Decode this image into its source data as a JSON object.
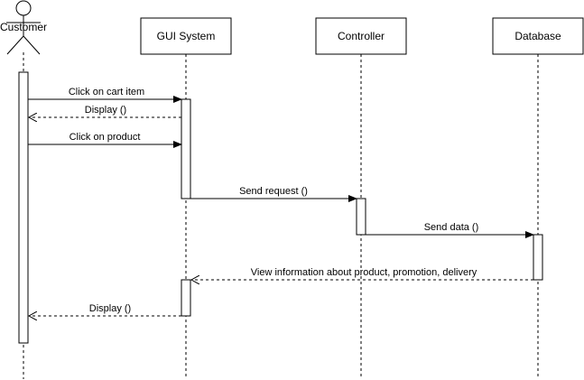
{
  "participants": [
    {
      "id": "customer",
      "label": "Customer",
      "kind": "actor"
    },
    {
      "id": "gui",
      "label": "GUI System",
      "kind": "box"
    },
    {
      "id": "controller",
      "label": "Controller",
      "kind": "box"
    },
    {
      "id": "database",
      "label": "Database",
      "kind": "box"
    }
  ],
  "messages": [
    {
      "label": "Click on cart item",
      "from": "customer",
      "to": "gui",
      "style": "solid"
    },
    {
      "label": "Display ()",
      "from": "gui",
      "to": "customer",
      "style": "dashed"
    },
    {
      "label": "Click on product",
      "from": "customer",
      "to": "gui",
      "style": "solid"
    },
    {
      "label": "Send request ()",
      "from": "gui",
      "to": "controller",
      "style": "solid"
    },
    {
      "label": "Send data ()",
      "from": "controller",
      "to": "database",
      "style": "solid"
    },
    {
      "label": "View information about product, promotion, delivery",
      "from": "database",
      "to": "gui",
      "style": "dashed"
    },
    {
      "label": "Display ()",
      "from": "gui",
      "to": "customer",
      "style": "dashed"
    }
  ],
  "colors": {
    "line": "#000000",
    "background": "#ffffff"
  }
}
